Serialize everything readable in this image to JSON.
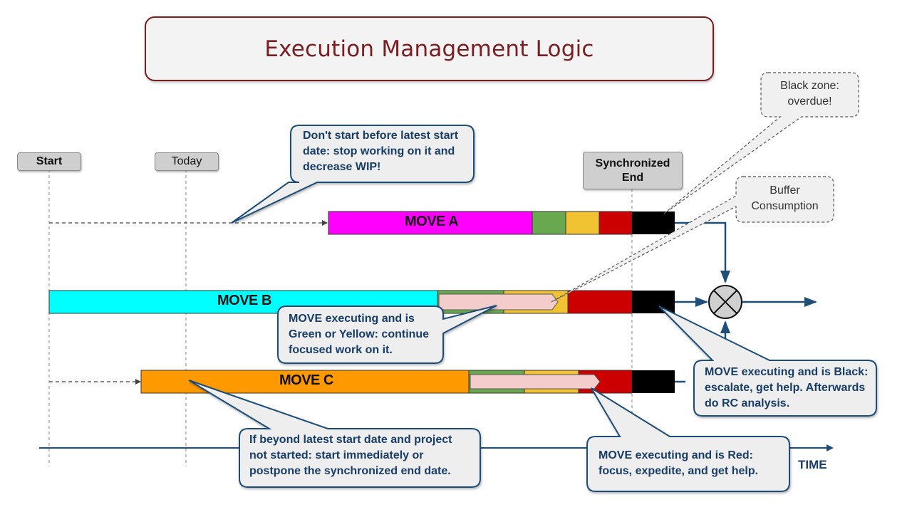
{
  "title": "Execution Management Logic",
  "markers": {
    "start": "Start",
    "today": "Today",
    "sync_end_line1": "Synchronized",
    "sync_end_line2": "End"
  },
  "axis": {
    "label": "TIME"
  },
  "moves": [
    {
      "label": "MOVE A",
      "color": "#ff00ff",
      "state": "not started before latest start"
    },
    {
      "label": "MOVE B",
      "color": "#00ffff",
      "state": "executing - green/yellow"
    },
    {
      "label": "MOVE C",
      "color": "#ff9900",
      "state": "executing - red"
    }
  ],
  "buffer_zones": {
    "green": "#6aa84f",
    "yellow": "#f1c232",
    "red": "#cc0000",
    "black": "#000000",
    "consumption": "#f4cccc"
  },
  "notes": {
    "black_zone": [
      "Black zone:",
      "overdue!"
    ],
    "buffer_consumption": [
      "Buffer",
      "Consumption"
    ]
  },
  "callouts": {
    "dont_start": [
      "Don't start before latest start",
      "date: stop working on it and",
      "decrease WIP!"
    ],
    "green_yellow": [
      "MOVE executing and is",
      "Green or Yellow: continue",
      "focused work on it."
    ],
    "black": [
      "MOVE executing and is Black:",
      "escalate, get help. Afterwards",
      "do RC analysis."
    ],
    "beyond_start": [
      "If beyond latest start date and project",
      "not started: start immediately or",
      "postpone the synchronized end date."
    ],
    "red": [
      "MOVE executing and is Red:",
      "focus, expedite, and get help."
    ]
  },
  "colors": {
    "accent_navy": "#1f4e79",
    "title_red": "#7b1e22"
  }
}
